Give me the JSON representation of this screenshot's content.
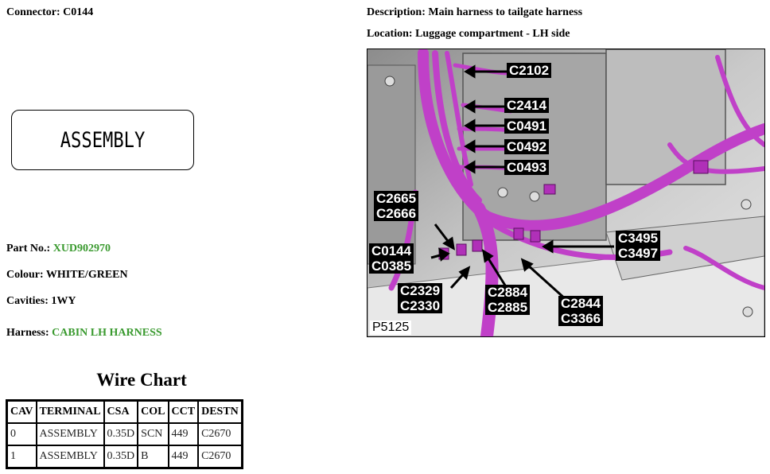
{
  "header": {
    "connector_label": "Connector:",
    "connector": "C0144",
    "description_label": "Description:",
    "description": "Main harness to tailgate harness",
    "location_label": "Location:",
    "location": "Luggage compartment - LH side"
  },
  "terminal_box": {
    "text": "ASSEMBLY"
  },
  "details": {
    "part_no_label": "Part No.:",
    "part_no": "XUD902970",
    "colour_label": "Colour:",
    "colour": "WHITE/GREEN",
    "cavities_label": "Cavities:",
    "cavities": "1WY",
    "harness_label": "Harness:",
    "harness": "CABIN LH HARNESS"
  },
  "wire_chart": {
    "title": "Wire Chart",
    "columns": [
      "CAV",
      "TERMINAL",
      "CSA",
      "COL",
      "CCT",
      "DESTN"
    ],
    "rows": [
      [
        "0",
        "ASSEMBLY",
        "0.35D",
        "SCN",
        "449",
        "C2670"
      ],
      [
        "1",
        "ASSEMBLY",
        "0.35D",
        "B",
        "449",
        "C2670"
      ]
    ]
  },
  "photo": {
    "reference": "P5125",
    "callouts": {
      "c2102": "C2102",
      "c2414": "C2414",
      "c0491": "C0491",
      "c0492": "C0492",
      "c0493": "C0493",
      "c2665": "C2665\nC2666",
      "c0144": "C0144\nC0385",
      "c2329": "C2329\nC2330",
      "c2884": "C2884\nC2885",
      "c2844": "C2844\nC3366",
      "c3495": "C3495\nC3497"
    }
  },
  "colors": {
    "green_text": "#3a9a2f",
    "harness": "#c040c8"
  }
}
